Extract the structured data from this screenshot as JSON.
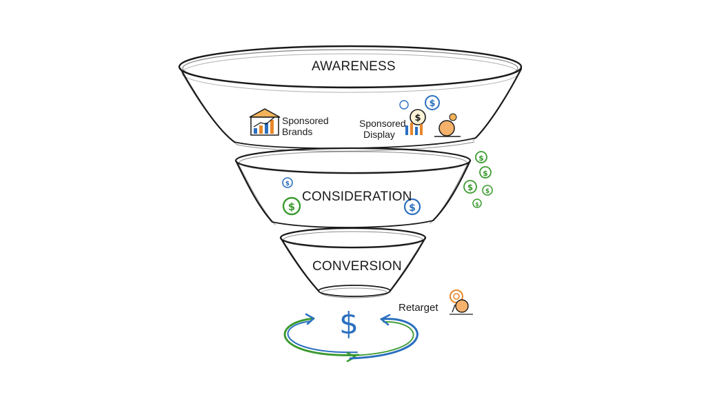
{
  "funnel": {
    "stages": [
      {
        "name": "AWARENESS"
      },
      {
        "name": "CONSIDERATION"
      },
      {
        "name": "CONVERSION"
      }
    ],
    "awareness_tactics": [
      {
        "line1": "Sponsored",
        "line2": "Brands"
      },
      {
        "line1": "Sponsored",
        "line2": "Display"
      }
    ],
    "retarget_label": "Retarget",
    "currency_symbol": "$"
  },
  "colors": {
    "ink": "#1a1a1a",
    "accent_blue": "#2a6fbf",
    "accent_green": "#3a9a2e",
    "accent_orange": "#e8872a"
  },
  "icons": [
    "chart-icon",
    "coins-icon",
    "dollar-coin-icon",
    "cycle-arrows-icon",
    "target-icon"
  ]
}
